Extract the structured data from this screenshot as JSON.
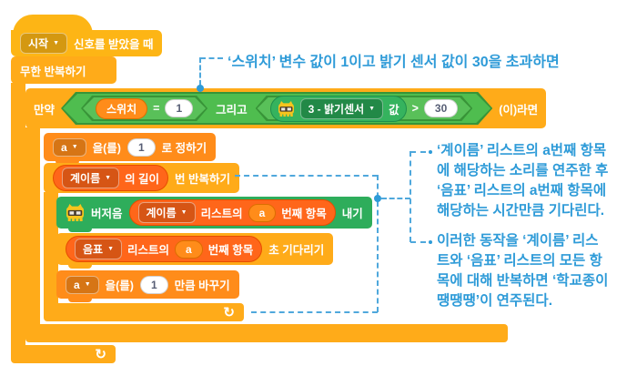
{
  "icons": {
    "caret": "▼",
    "loop_arrow": "↻",
    "eq_op": "=",
    "gt_op": ">"
  },
  "script": {
    "hat": {
      "dropdown": "시작",
      "label": "신호를 받았을 때"
    },
    "forever": {
      "label": "무한 반복하기"
    },
    "if_block": {
      "prefix": "만약",
      "suffix": "(이)라면",
      "and_label": "그리고",
      "eq": {
        "var_name": "스위치",
        "value": "1"
      },
      "sensor": {
        "dropdown": "3 - 밝기센서",
        "value_label": "값",
        "compare_value": "30"
      }
    },
    "set_var": {
      "dropdown": "a",
      "particle": "을(를)",
      "value": "1",
      "suffix": "로 정하기"
    },
    "repeat": {
      "list_dropdown": "계이름",
      "length_label": "의 길이",
      "suffix": "번 반복하기"
    },
    "buzzer": {
      "prefix": "버저음",
      "item": {
        "dropdown": "계이름",
        "list_label": "리스트의",
        "index_var": "a",
        "suffix": "번째 항목"
      },
      "suffix": "내기"
    },
    "wait": {
      "item": {
        "dropdown": "음표",
        "list_label": "리스트의",
        "index_var": "a",
        "suffix": "번째 항목"
      },
      "suffix": "초 기다리기"
    },
    "change_var": {
      "dropdown": "a",
      "particle": "을(를)",
      "value": "1",
      "suffix": "만큼 바꾸기"
    }
  },
  "annotations": {
    "top_note": {
      "text": "‘스위치’ 변수 값이 1이고 밝기 센서 값이 30을 초과하면"
    },
    "note1": {
      "lines": [
        "‘계이름’ 리스트의 a번째 항목",
        "에 해당하는 소리를 연주한 후",
        "‘음표’ 리스트의 a번째 항목에",
        "해당하는 시간만큼 기다린다."
      ]
    },
    "note2": {
      "lines": [
        "이러한 동작을 ‘계이름’ 리스",
        "트와 ‘음표’ 리스트의 모든 항",
        "목에 대해 반복하면 ‘학교종이",
        "땡땡땡’이 연주된다."
      ]
    }
  },
  "colors": {
    "events": "#FDB515",
    "control": "#FFAB19",
    "variables": "#FF8C1A",
    "lists": "#FF661A",
    "operators": "#59C059",
    "extension": "#2EAD5B",
    "annotation_blue": "#2E9BD8"
  }
}
